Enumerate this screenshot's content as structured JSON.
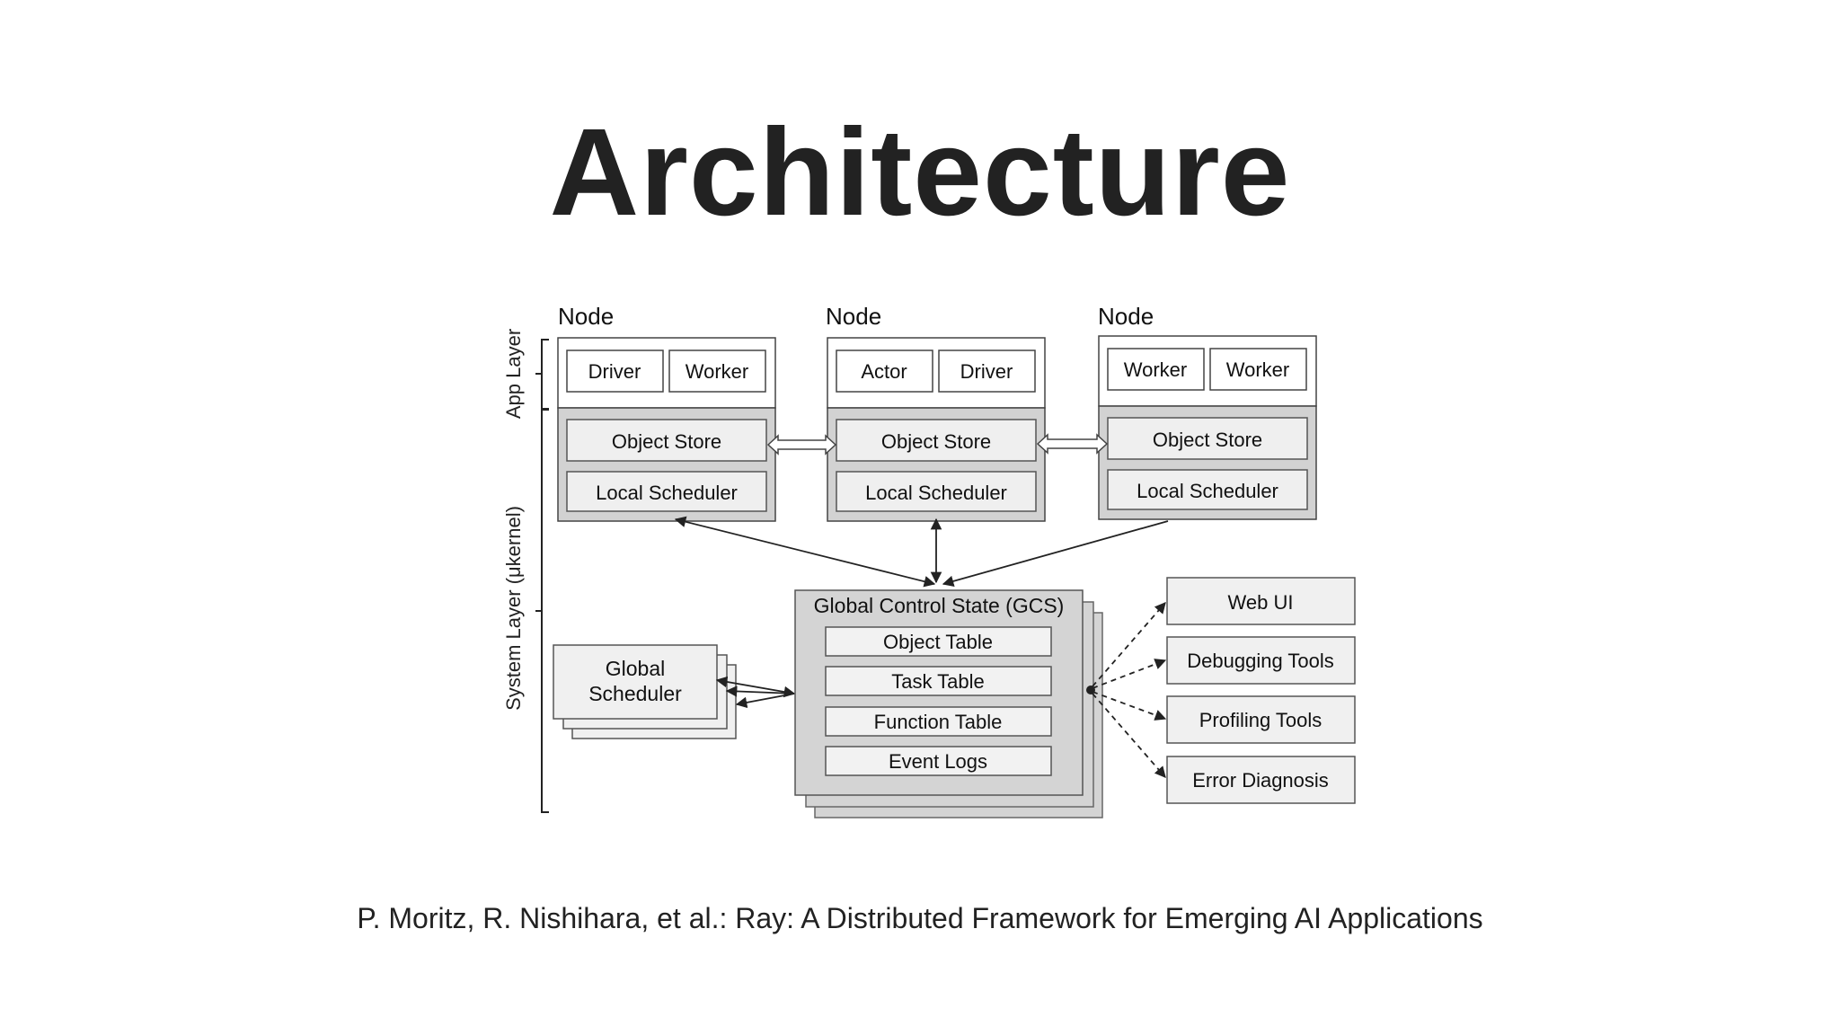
{
  "title": "Architecture",
  "citation": "P. Moritz, R. Nishihara, et al.: Ray: A Distributed Framework for Emerging AI Applications",
  "diagram": {
    "layer_labels": {
      "app": "App Layer",
      "system": "System Layer (μkernel)"
    },
    "nodes": [
      {
        "label": "Node",
        "app_components": [
          "Driver",
          "Worker"
        ],
        "object_store": "Object Store",
        "local_scheduler": "Local Scheduler"
      },
      {
        "label": "Node",
        "app_components": [
          "Actor",
          "Driver"
        ],
        "object_store": "Object Store",
        "local_scheduler": "Local Scheduler"
      },
      {
        "label": "Node",
        "app_components": [
          "Worker",
          "Worker"
        ],
        "object_store": "Object Store",
        "local_scheduler": "Local Scheduler"
      }
    ],
    "global_scheduler": {
      "line1": "Global",
      "line2": "Scheduler"
    },
    "gcs": {
      "title": "Global Control State (GCS)",
      "tables": [
        "Object Table",
        "Task Table",
        "Function Table",
        "Event Logs"
      ]
    },
    "tools": [
      "Web UI",
      "Debugging Tools",
      "Profiling Tools",
      "Error Diagnosis"
    ]
  }
}
